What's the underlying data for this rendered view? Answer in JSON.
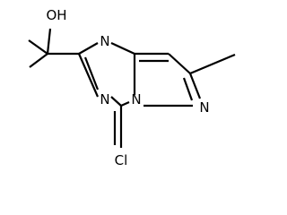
{
  "molecule": {
    "atom_labels": {
      "hydroxyl": "OH",
      "ring_nitrogen_top": "N",
      "ring_nitrogen_bottom": "N",
      "ring_nitrogen_bridge": "N",
      "pyrazole_nitrogen": "N",
      "chlorine": "Cl"
    },
    "colors": {
      "bond": "#000000",
      "text": "#000000",
      "background": "#ffffff"
    }
  }
}
